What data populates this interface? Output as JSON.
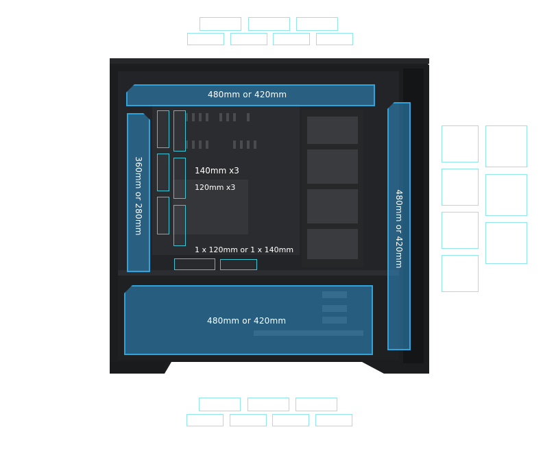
{
  "case": {
    "zones": {
      "top": "480mm or 420mm",
      "front": "480mm or 420mm",
      "bottom": "480mm or 420mm",
      "side": "360mm or 280mm"
    },
    "fans": {
      "side_140": "140mm x3",
      "side_120": "120mm x3",
      "rear": "1 x 120mm or 1 x 140mm"
    }
  },
  "colors": {
    "radiator_fill": "#2f96d2",
    "radiator_border": "#2fa3db",
    "slot_outline": "#8fe6ec",
    "case_body": "#1c1d1f"
  }
}
